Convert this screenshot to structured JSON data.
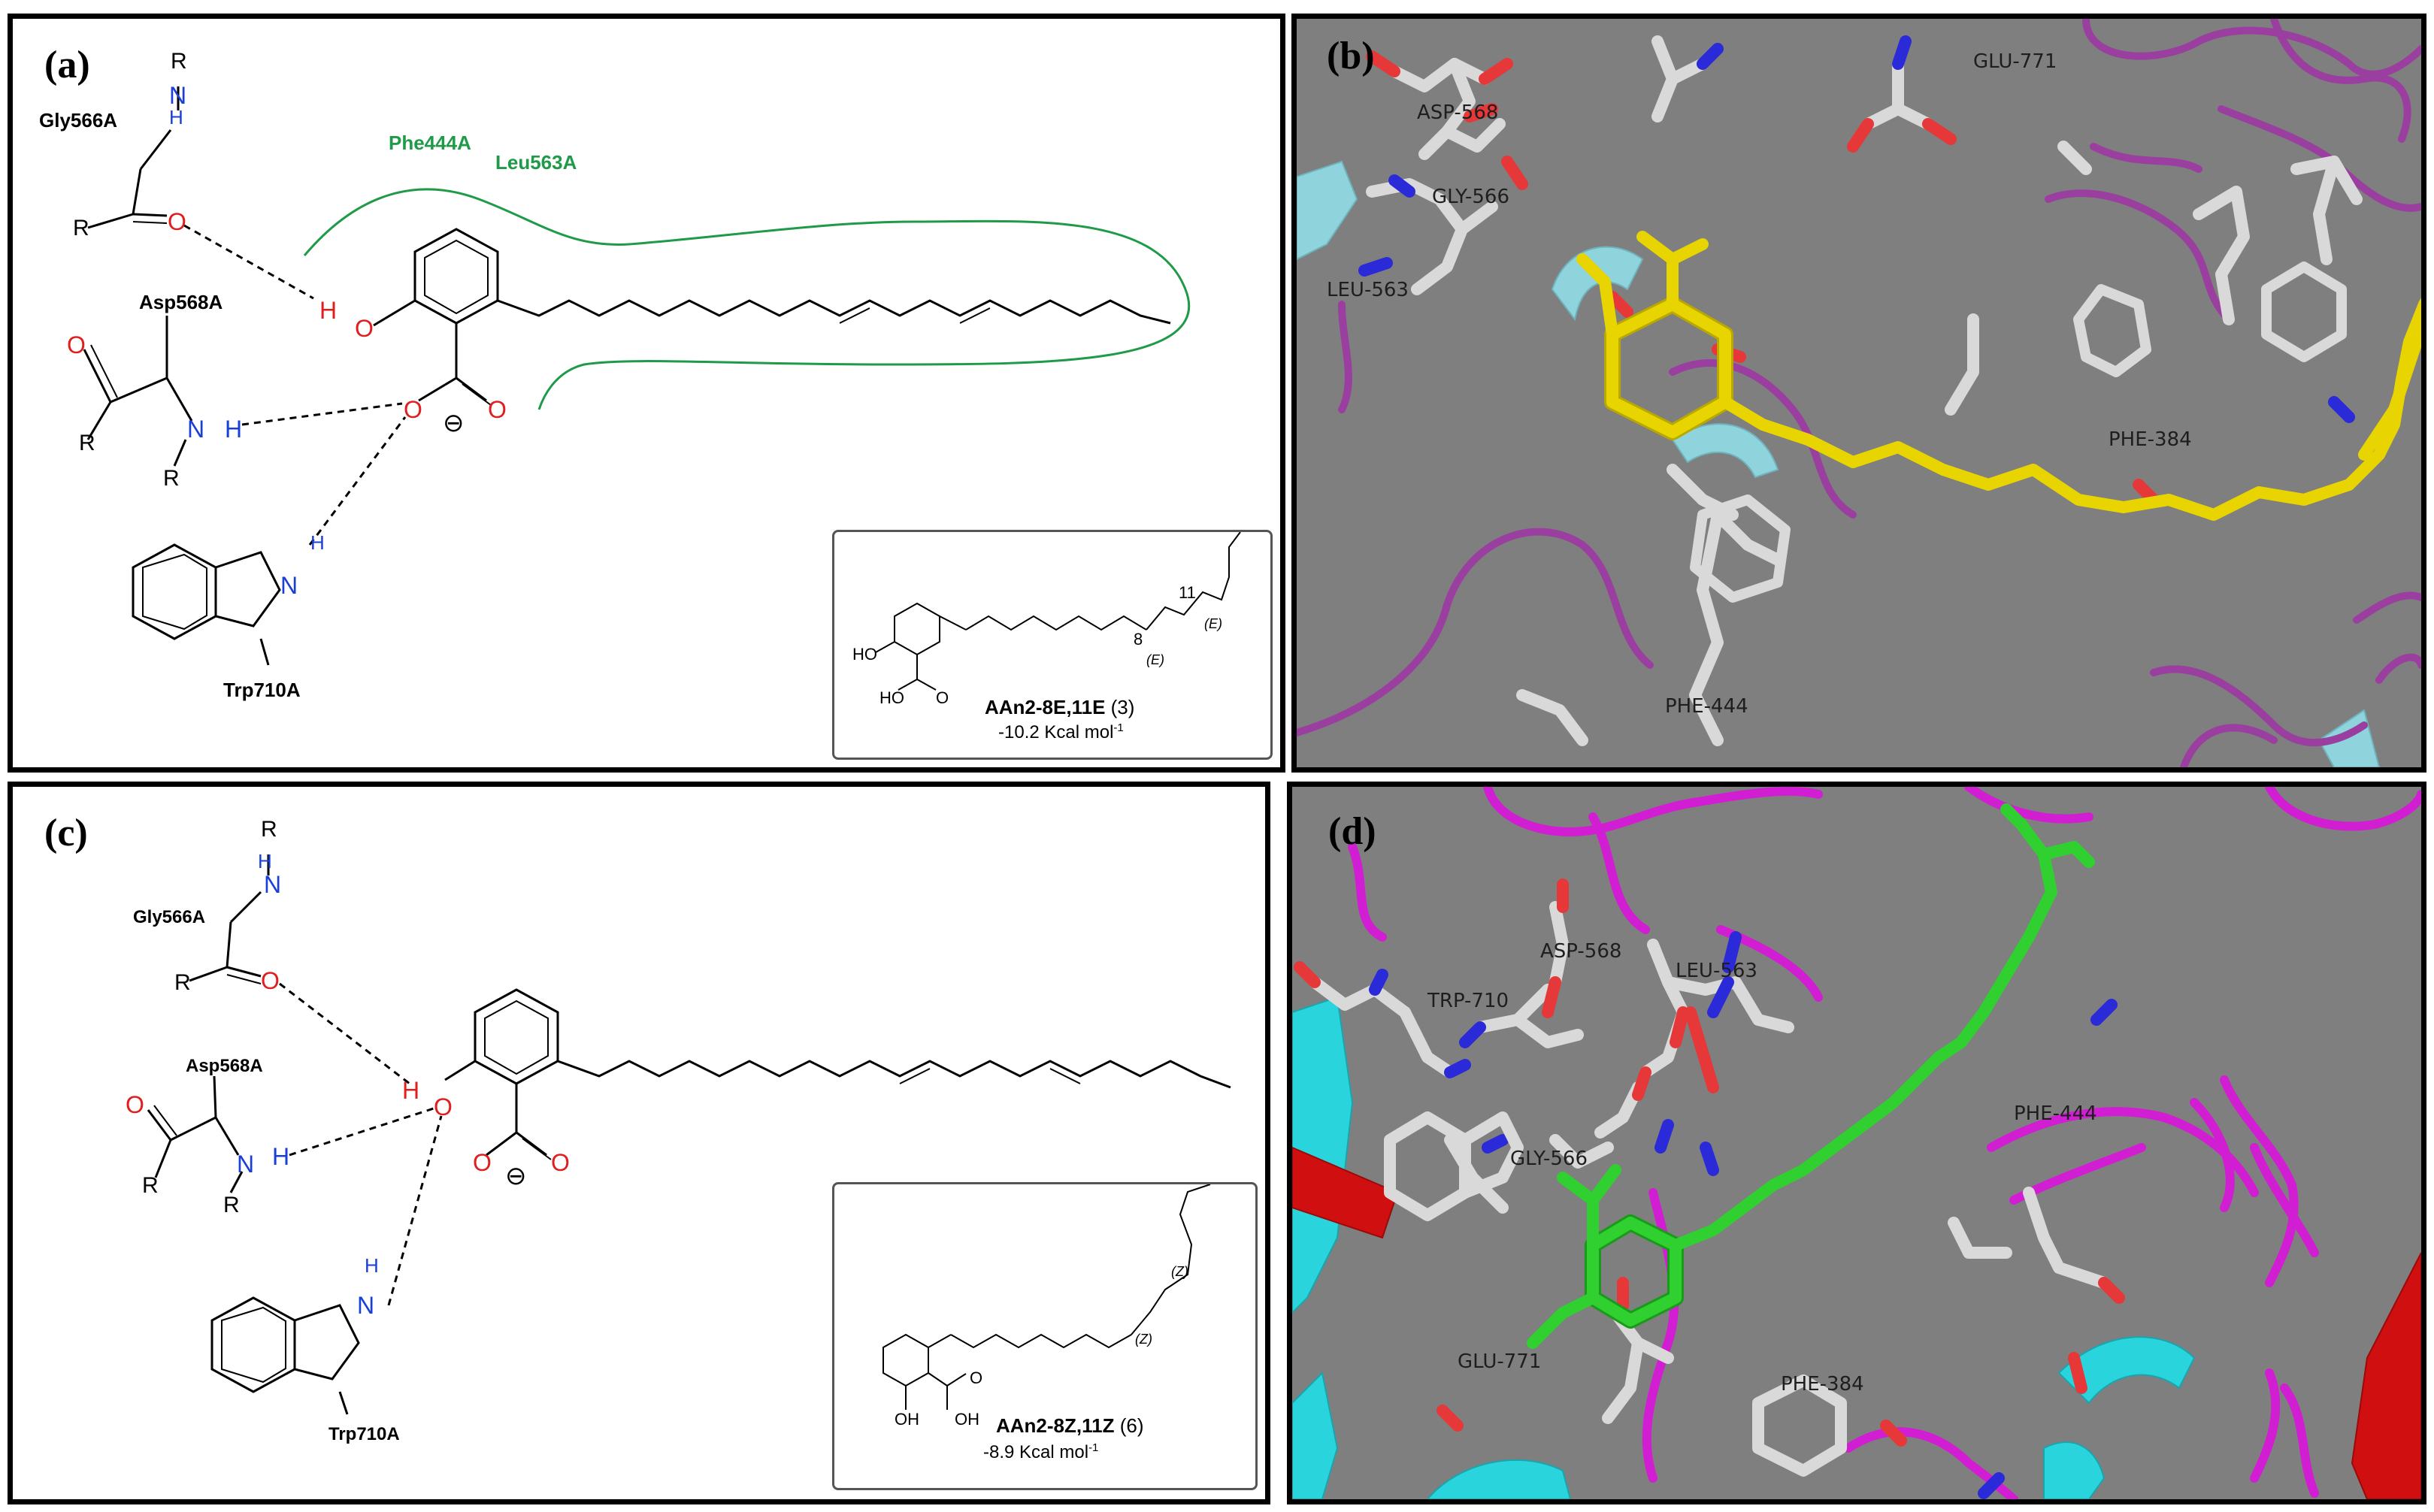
{
  "panel_a": {
    "label": "(a)",
    "residues": {
      "gly": "Gly566A",
      "asp": "Asp568A",
      "trp": "Trp710A",
      "phe": "Phe444A",
      "leu": "Leu563A"
    },
    "atoms": {
      "N": "N",
      "H": "H",
      "O": "O",
      "R": "R",
      "minus": "⊖"
    },
    "inset": {
      "ho": "HO",
      "ho2": "HO",
      "o": "O",
      "c8": "8",
      "c11": "11",
      "e1": "(E)",
      "e2": "(E)",
      "name": "AAn2-8E,11E",
      "num": "(3)",
      "energy": "-10.2 Kcal mol",
      "sup": "-1"
    }
  },
  "panel_b": {
    "label": "(b)",
    "residues": [
      "ASP-568",
      "GLU-771",
      "GLY-566",
      "LEU-563",
      "PHE-384",
      "PHE-444"
    ],
    "colors": {
      "background": "#7f7f7f",
      "ligand": "#e8d400",
      "ribbon": "#9a3fa0",
      "helix": "#8fd3dc"
    }
  },
  "panel_c": {
    "label": "(c)",
    "residues": {
      "gly": "Gly566A",
      "asp": "Asp568A",
      "trp": "Trp710A"
    },
    "atoms": {
      "N": "N",
      "H": "H",
      "O": "O",
      "R": "R",
      "minus": "⊖"
    },
    "inset": {
      "oh": "OH",
      "oh2": "OH",
      "o": "O",
      "z1": "(Z)",
      "z2": "(Z)",
      "name": "AAn2-8Z,11Z",
      "num": "(6)",
      "energy": "-8.9 Kcal mol",
      "sup": "-1"
    }
  },
  "panel_d": {
    "label": "(d)",
    "residues": [
      "ASP-568",
      "LEU-563",
      "TRP-710",
      "GLY-566",
      "PHE-444",
      "GLU-771",
      "PHE-384"
    ],
    "colors": {
      "background": "#7f7f7f",
      "ligand": "#2fd02f",
      "ribbon": "#d21ed2",
      "helix": "#2ad4dc",
      "sheet": "#d01010"
    }
  }
}
